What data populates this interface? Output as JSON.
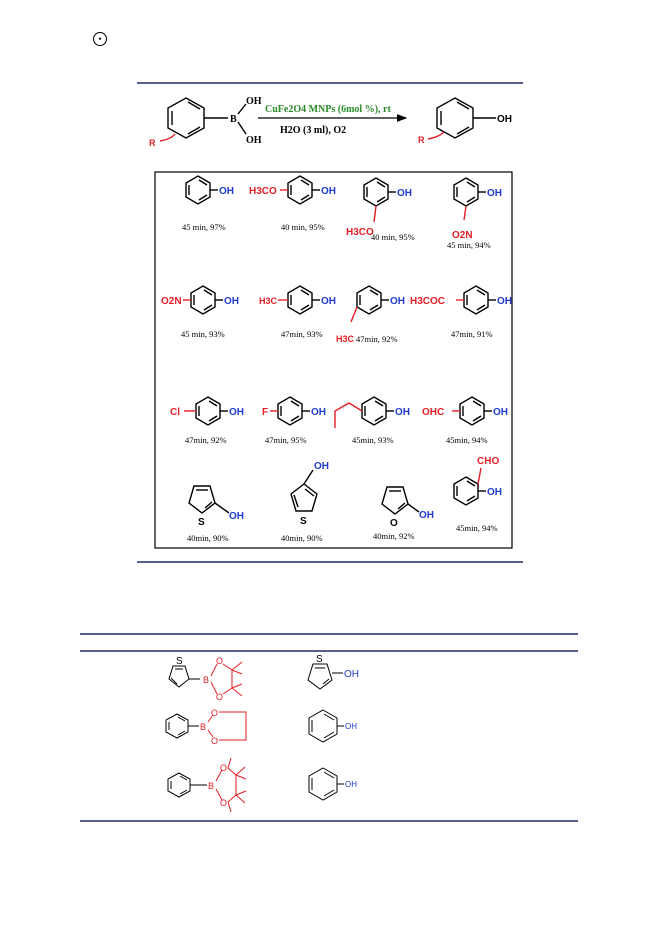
{
  "page_marker": "⊕",
  "scheme": {
    "reagent_top": "CuFe2O4 MNPs (6mol %), rt",
    "reagent_bottom": "H2O (3 ml), O2",
    "substituent": "R",
    "sm_oh_top": "OH",
    "sm_oh_bottom": "OH",
    "boron": "B",
    "product_oh": "OH"
  },
  "products": [
    {
      "left": "",
      "sub": "",
      "oh": "OH",
      "caption": "45 min, 97%"
    },
    {
      "left": "H3CO",
      "sub": "",
      "oh": "OH",
      "caption": "40 min, 95%"
    },
    {
      "left": "",
      "sub": "H3CO",
      "oh": "OH",
      "caption": "40 min, 95%"
    },
    {
      "left": "",
      "sub": "O2N",
      "oh": "OH",
      "caption": "45 min, 94%"
    },
    {
      "left": "O2N",
      "sub": "",
      "oh": "OH",
      "caption": "45 min, 93%"
    },
    {
      "left": "H3C",
      "sub": "",
      "oh": "OH",
      "caption": "47min, 93%"
    },
    {
      "left": "",
      "sub": "H3C",
      "oh": "OH",
      "caption": "47min, 92%"
    },
    {
      "left": "H3COC",
      "sub": "",
      "oh": "OH",
      "caption": "47min, 91%"
    },
    {
      "left": "Cl",
      "sub": "",
      "oh": "OH",
      "caption": "47min, 92%"
    },
    {
      "left": "F",
      "sub": "",
      "oh": "OH",
      "caption": "47min, 95%"
    },
    {
      "left": "",
      "sub": "",
      "oh": "OH",
      "caption": "45min, 93%"
    },
    {
      "left": "OHC",
      "sub": "",
      "oh": "OH",
      "caption": "45min, 94%"
    },
    {
      "hetero": "S",
      "oh": "OH",
      "caption": "40min, 90%"
    },
    {
      "hetero": "S",
      "oh": "OH",
      "caption": "40min, 90%"
    },
    {
      "hetero": "O",
      "oh": "OH",
      "caption": "40min, 92%"
    },
    {
      "top": "CHO",
      "oh": "OH",
      "caption": "45min, 94%"
    }
  ],
  "table2": {
    "rows": [
      {
        "ester_s": "S",
        "ester_b": "B",
        "ester_o1": "O",
        "ester_o2": "O",
        "product_s": "S",
        "product_oh": "OH"
      },
      {
        "ester_b": "B",
        "ester_o1": "O",
        "ester_o2": "O",
        "product_oh": "OH"
      },
      {
        "ester_b": "B",
        "ester_o1": "O",
        "ester_o2": "O",
        "product_oh": "OH"
      }
    ]
  },
  "colors": {
    "rule": "#1f2a6b",
    "red": "#e31e24",
    "blue": "#1f3bd0",
    "green": "#2a8a2a"
  }
}
